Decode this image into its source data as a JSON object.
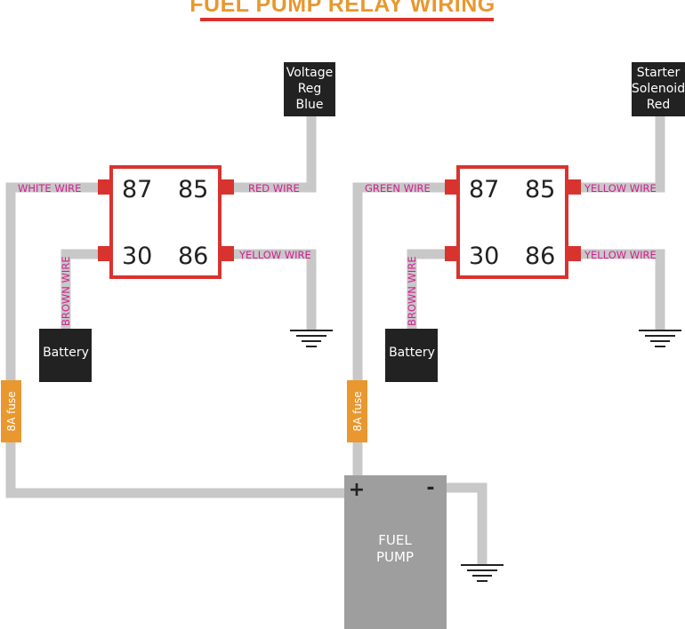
{
  "title": "FUEL PUMP RELAY WIRING",
  "colors": {
    "title": "#e8982f",
    "title_underline": "#d8332f",
    "relay": "#d8332f",
    "wire": "#c8c8c8",
    "wire_label": "#d2208f",
    "fuse": "#e8982f",
    "pump": "#9e9e9e",
    "box": "#222222"
  },
  "relays": [
    {
      "pins": {
        "p87": "87",
        "p85": "85",
        "p30": "30",
        "p86": "86"
      },
      "labels": {
        "w87": "WHITE WIRE",
        "w85": "RED WIRE",
        "w30": "BROWN WIRE",
        "w86": "YELLOW WIRE"
      },
      "source_box": [
        "Voltage",
        "Reg",
        "Blue"
      ],
      "battery": "Battery",
      "fuse": "8A fuse"
    },
    {
      "pins": {
        "p87": "87",
        "p85": "85",
        "p30": "30",
        "p86": "86"
      },
      "labels": {
        "w87": "GREEN WIRE",
        "w85": "YELLOW WIRE",
        "w30": "BROWN WIRE",
        "w86": "YELLOW WIRE"
      },
      "source_box": [
        "Starter",
        "Solenoid",
        "Red"
      ],
      "battery": "Battery",
      "fuse": "8A fuse"
    }
  ],
  "pump": {
    "label_line1": "FUEL",
    "label_line2": "PUMP",
    "plus": "+",
    "minus": "-"
  }
}
